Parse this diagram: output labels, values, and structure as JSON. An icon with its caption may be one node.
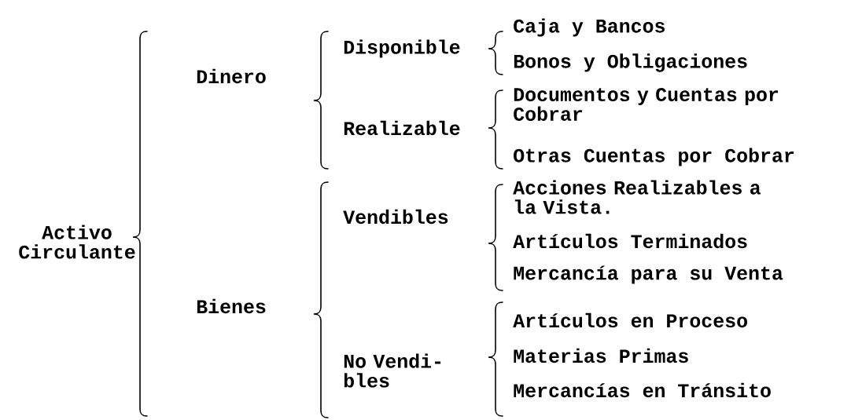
{
  "diagram": {
    "labels": [
      "Activo Circulante",
      "Dinero",
      "Disponible",
      "Caja y Bancos",
      "Bonos y Obligaciones",
      "Realizable",
      "Documentos y Cuentas por Cobrar",
      "Otras Cuentas por Cobrar",
      "Bienes",
      "Vendibles",
      "Acciones Realizables a la Vista.",
      "Artículos Terminados",
      "Mercancía para su Venta",
      "No Vendi- bles",
      "Artículos en Proceso",
      "Materias Primas",
      "Mercancías en Tránsito"
    ]
  }
}
